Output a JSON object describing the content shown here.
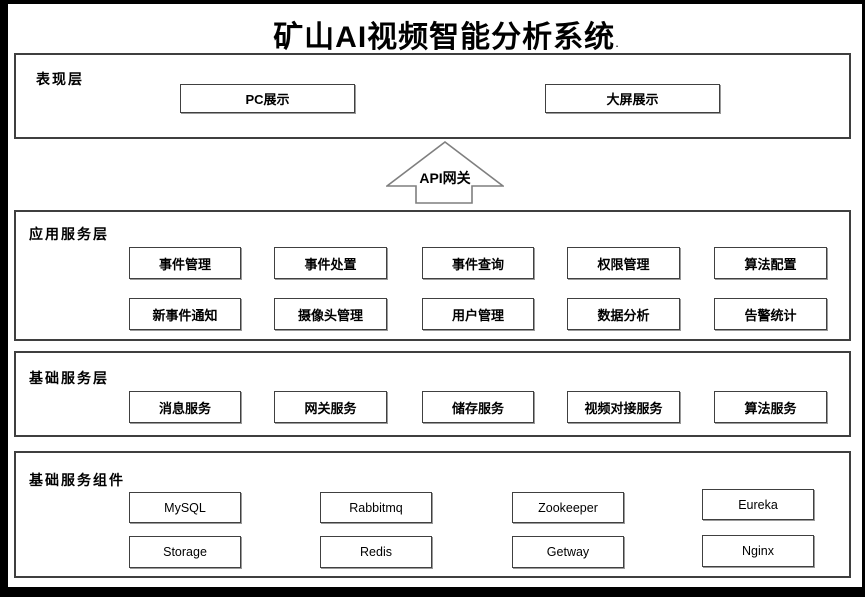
{
  "title": "矿山AI视频智能分析系统",
  "title_period": ".",
  "gateway": {
    "label": "API网关"
  },
  "colors": {
    "frame": "#000000",
    "panel_border": "#3f3f3f",
    "box_border": "#404040",
    "arrow_outline": "#7f7f7f"
  },
  "layers": {
    "presentation": {
      "label": "表现层",
      "boxes": [
        "PC展示",
        "大屏展示"
      ]
    },
    "application": {
      "label": "应用服务层",
      "row1": [
        "事件管理",
        "事件处置",
        "事件查询",
        "权限管理",
        "算法配置"
      ],
      "row2": [
        "新事件通知",
        "摄像头管理",
        "用户管理",
        "数据分析",
        "告警统计"
      ]
    },
    "base_services": {
      "label": "基础服务层",
      "row1": [
        "消息服务",
        "网关服务",
        "储存服务",
        "视频对接服务",
        "算法服务"
      ]
    },
    "components": {
      "label": "基础服务组件",
      "row1": [
        "MySQL",
        "Rabbitmq",
        "Zookeeper",
        "Eureka"
      ],
      "row2": [
        "Storage",
        "Redis",
        "Getway",
        "Nginx"
      ]
    }
  }
}
